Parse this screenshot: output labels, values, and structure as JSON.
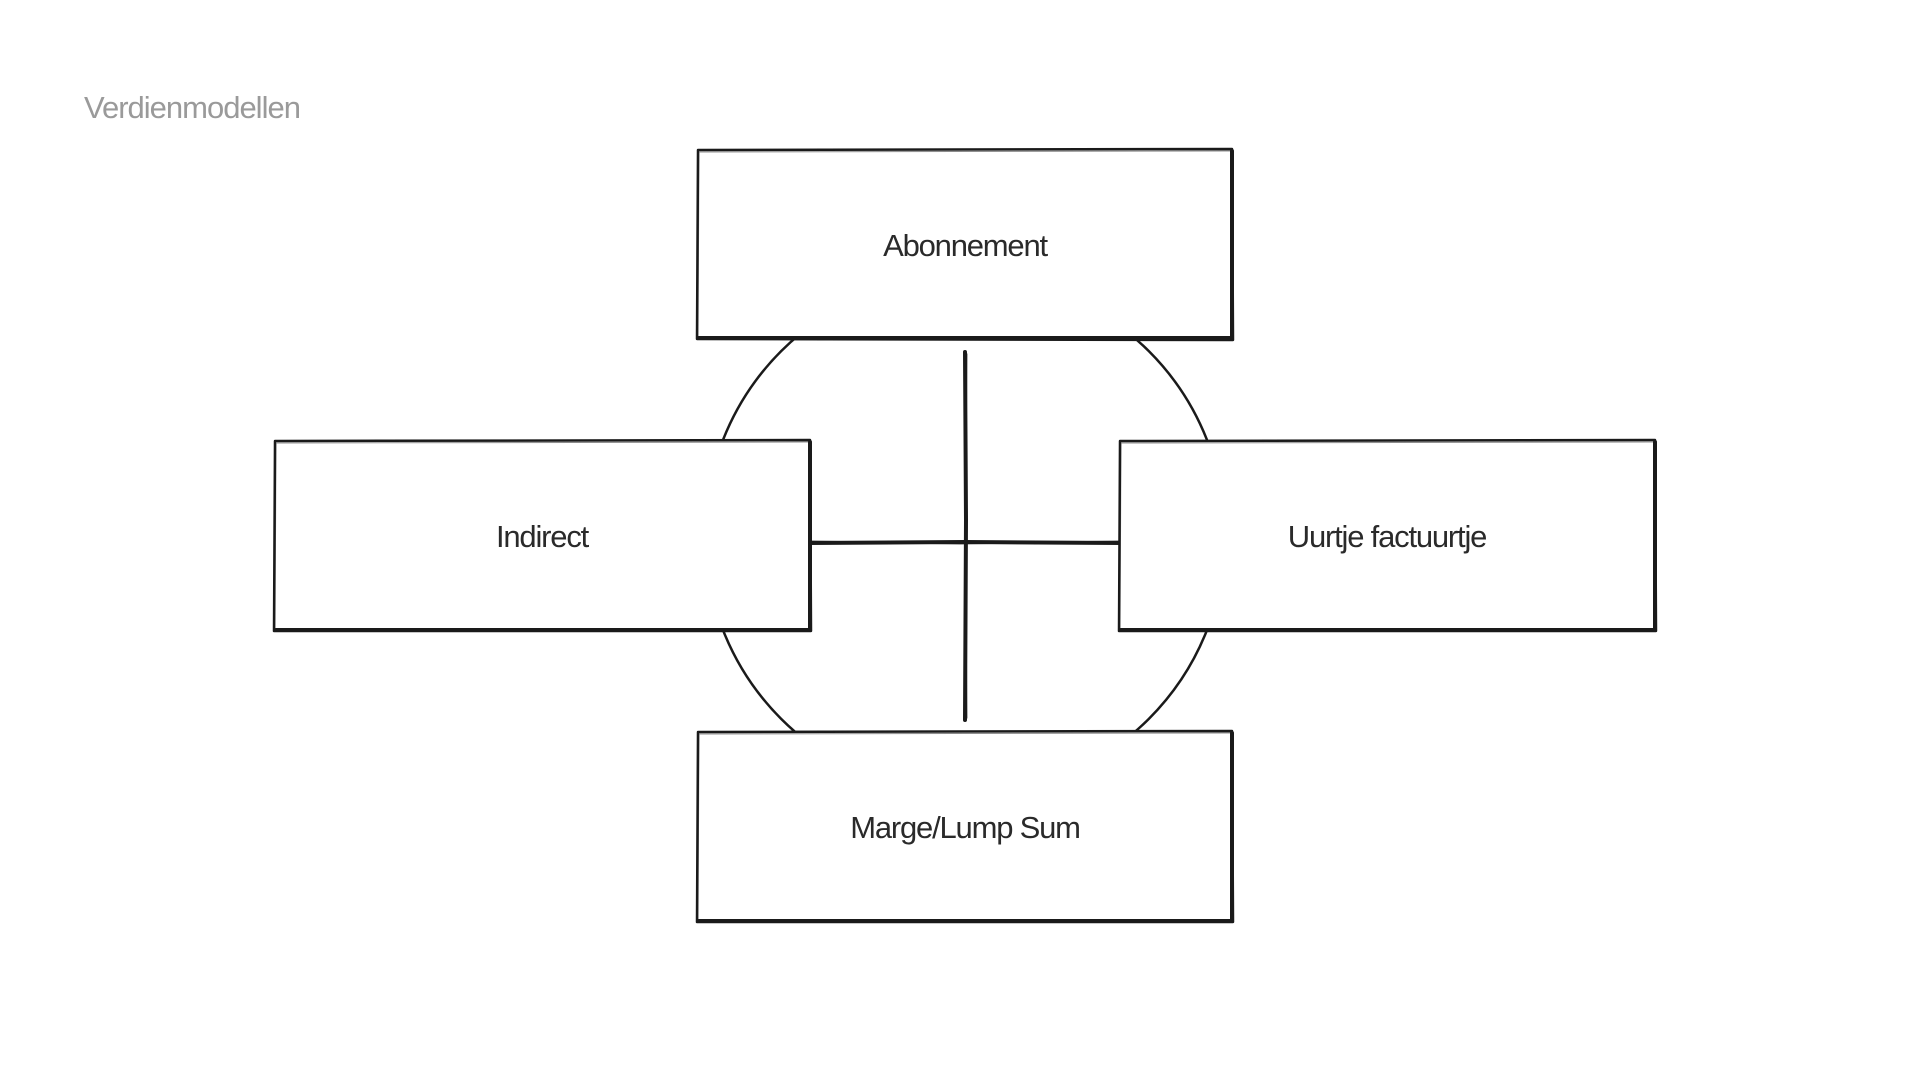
{
  "slide": {
    "title": "Verdienmodellen"
  },
  "diagram": {
    "boxes": {
      "top": "Abonnement",
      "left": "Indirect",
      "right": "Uurtje factuurtje",
      "bottom": "Marge/Lump Sum"
    }
  },
  "colors": {
    "stroke": "#1a1a1a",
    "title": "#9a9a9a",
    "background": "#ffffff"
  }
}
